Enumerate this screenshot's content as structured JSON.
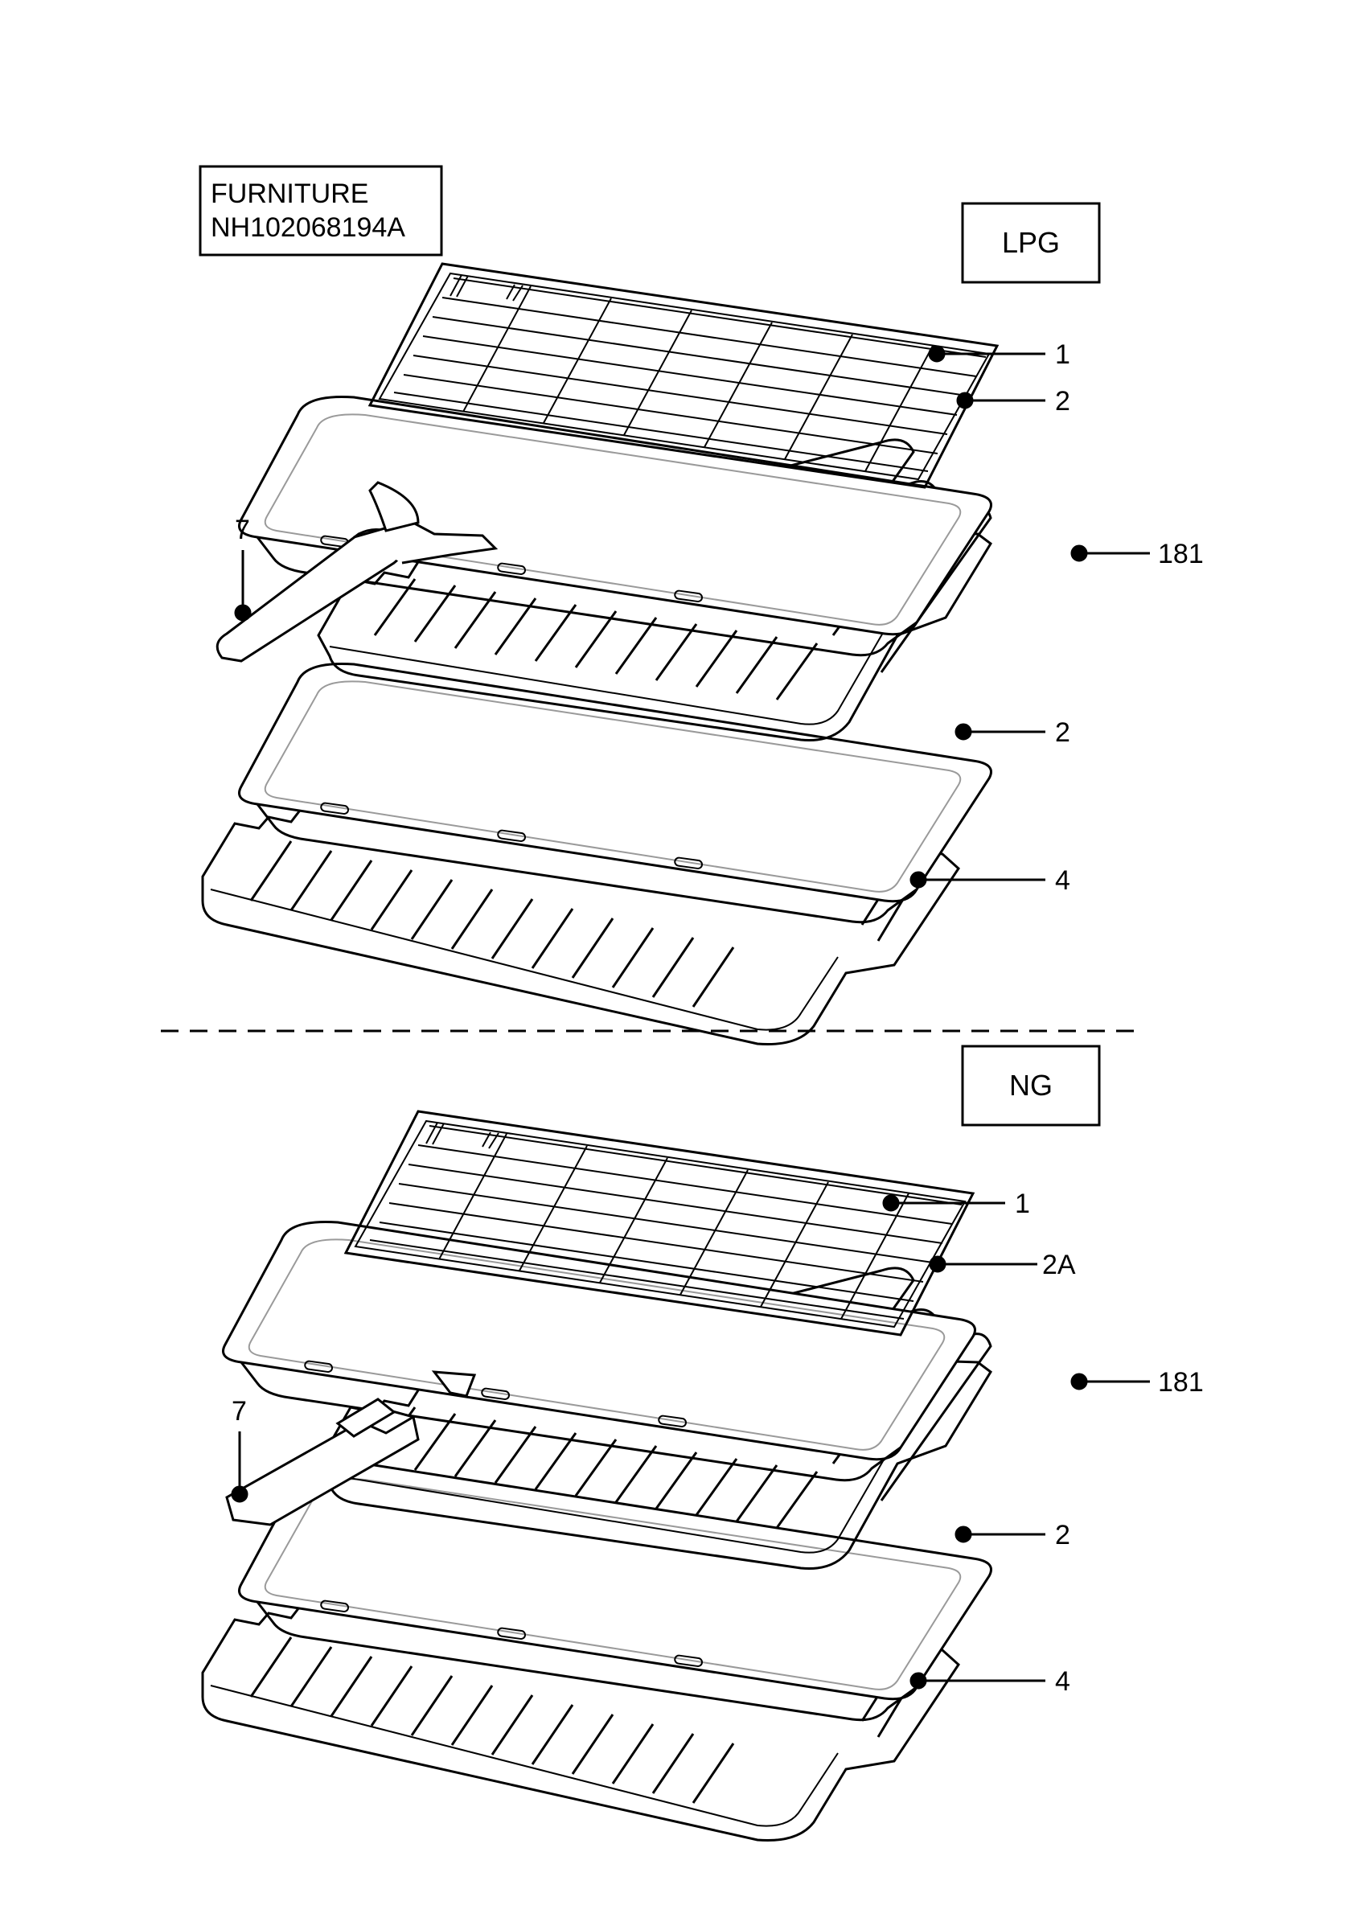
{
  "title_box": {
    "line1": "FURNITURE",
    "line2": "NH102068194A"
  },
  "sections": [
    {
      "tag": "LPG",
      "callouts": [
        "1",
        "2",
        "7",
        "181",
        "2",
        "4"
      ]
    },
    {
      "tag": "NG",
      "callouts": [
        "1",
        "2A",
        "7",
        "181",
        "2",
        "4"
      ]
    }
  ],
  "colors": {
    "line": "#000000",
    "light_line": "#9a9a9a",
    "background": "#ffffff"
  }
}
